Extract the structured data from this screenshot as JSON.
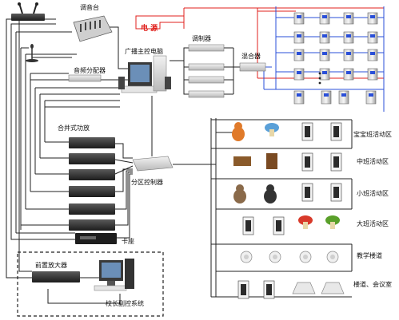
{
  "labels": {
    "mixer_console": "调音台",
    "power": "电 源",
    "broadcast_pc": "广播主控电脑",
    "modulator": "调制器",
    "combiner": "混合器",
    "audio_splitter": "音频分配器",
    "integrated_amp": "合并式功放",
    "zone_controller": "分区控制器",
    "card_deck": "卡座",
    "pre_amp": "前置放大器",
    "remote_control": "校长副控系统"
  },
  "zones": [
    {
      "name": "宝宝班活动区"
    },
    {
      "name": "中班活动区"
    },
    {
      "name": "小班活动区"
    },
    {
      "name": "大班活动区"
    },
    {
      "name": "教学楼道"
    },
    {
      "name": "楼道、会议室"
    }
  ],
  "colors": {
    "power_line": "#e0201c",
    "signal_line": "#2a4fd8",
    "wire": "#222222"
  }
}
